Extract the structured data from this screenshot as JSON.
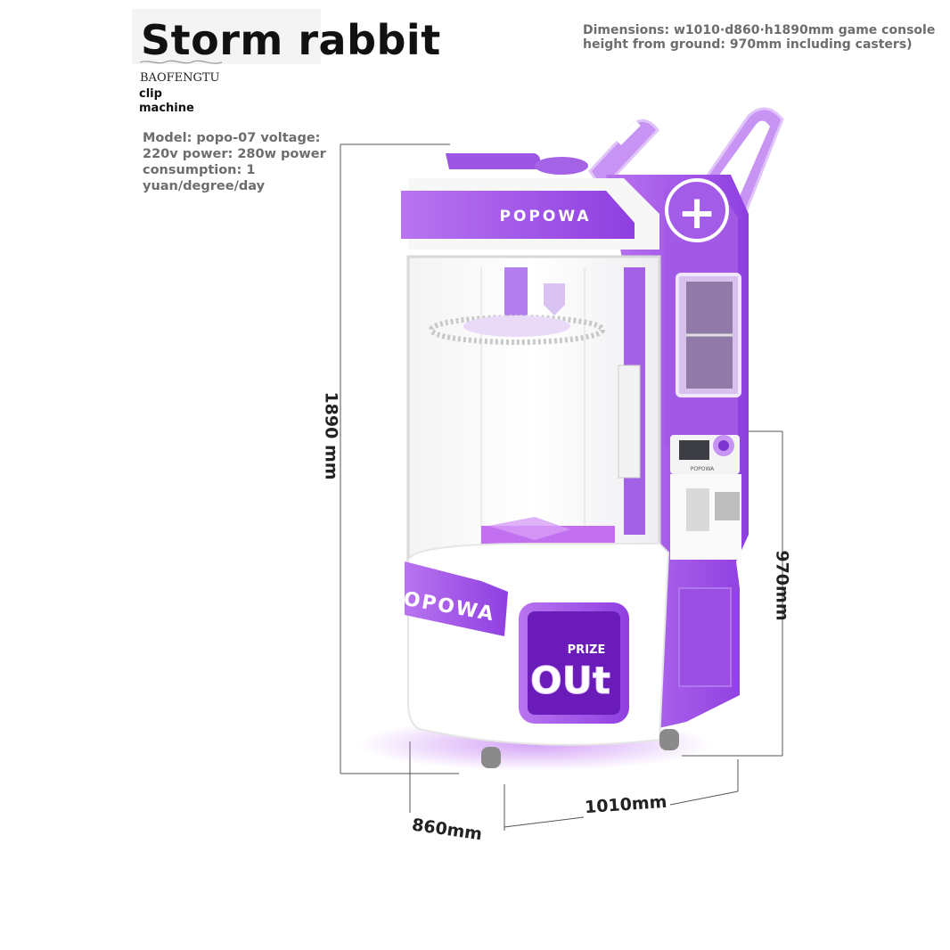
{
  "header": {
    "title": "Storm rabbit",
    "brand": "BAOFENGTU",
    "subtitle": "clip machine"
  },
  "specs": {
    "model_text": "Model: popo-07 voltage: 220v power: 280w power consumption: 1 yuan/degree/day",
    "dimensions_text": "Dimensions: w1010·d860·h1890mm game console height from ground: 970mm including casters)"
  },
  "machine": {
    "top_logo": "POPOWA",
    "front_logo": "POPOWA",
    "prize_label": "PRIZE",
    "out_label": "OUt",
    "console_logo": "POPOWA",
    "plus_sign": "+",
    "accent_color": "#9b4fe0",
    "light_accent": "#c691f2",
    "body_color": "#ffffff"
  },
  "measurements": {
    "height": "1890 mm",
    "console_height": "970mm",
    "width": "1010mm",
    "depth": "860mm"
  }
}
